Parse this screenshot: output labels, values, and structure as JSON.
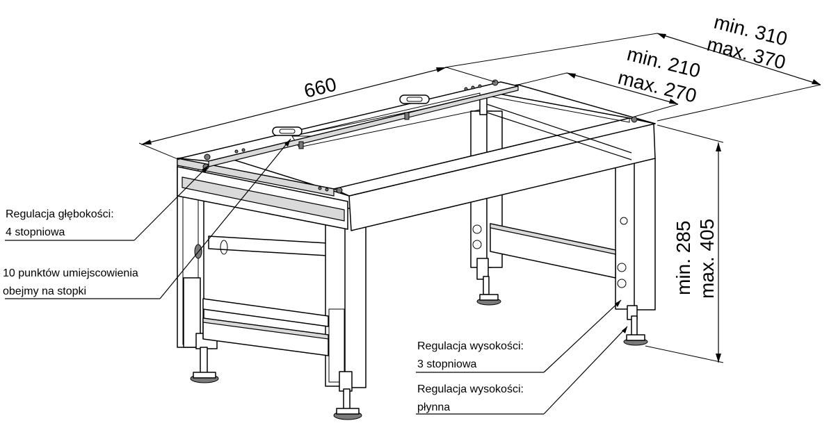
{
  "dimensions": {
    "width_label": "660",
    "depth_outer_min": "min. 310",
    "depth_outer_max": "max. 370",
    "depth_inner_min": "min. 210",
    "depth_inner_max": "max. 270",
    "height_min": "min. 285",
    "height_max": "max. 405"
  },
  "callouts": {
    "depth_adjust_title": "Regulacja głębokości:",
    "depth_adjust_value": "4 stopniowa",
    "clamp_points_line1": "10 punktów umiejscowienia",
    "clamp_points_line2": "obejmy na stopki",
    "height_step_title": "Regulacja wysokości:",
    "height_step_value": "3 stopniowa",
    "height_fluid_title": "Regulacja wysokości:",
    "height_fluid_value": "płynna"
  }
}
